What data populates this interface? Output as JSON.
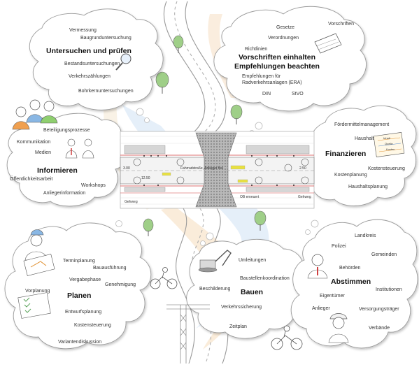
{
  "untersuchen": {
    "title": "Untersuchen und prüfen",
    "items": [
      "Vermessung",
      "Baugrunduntersuchung",
      "Bestandsuntersuchungen",
      "Verkehrszählungen",
      "Bohrkernuntersuchungen"
    ]
  },
  "vorschriften": {
    "title_line1": "Vorschriften einhalten",
    "title_line2": "Empfehlungen beachten",
    "items": [
      "Gesetze",
      "Vorschriften",
      "Verordnungen",
      "Richtlinien",
      "Empfehlungen für",
      "Radverkehrsanlagen (ERA)",
      "DIN",
      "StVO"
    ]
  },
  "informieren": {
    "title": "Informieren",
    "items": [
      "Beteiligungsprozesse",
      "Kommunikation",
      "Medien",
      "Öffentlichkeitsarbeit",
      "Workshops",
      "Anliegerinformation"
    ]
  },
  "finanzieren": {
    "title": "Finanzieren",
    "items": [
      "Fördermittelmanagement",
      "Haushalt",
      "Kostensteuerung",
      "Kostenplanung",
      "Haushaltsplanung"
    ],
    "sign_lines": [
      "Inhalt",
      "Quelle",
      "Kosten"
    ]
  },
  "planen": {
    "title": "Planen",
    "items": [
      "Terminplanung",
      "Bauausführung",
      "Vergabephase",
      "Genehmigung",
      "Vorplanung",
      "Entwurfsplanung",
      "Kostensteuerung",
      "Variantendiskussion"
    ]
  },
  "bauen": {
    "title": "Bauen",
    "items": [
      "Umleitungen",
      "Baustellenkoordination",
      "Beschilderung",
      "Verkehrssicherung",
      "Zeitplan"
    ]
  },
  "abstimmen": {
    "title": "Abstimmen",
    "items": [
      "Landkreis",
      "Polizei",
      "Gemeinden",
      "Behörden",
      "Institutionen",
      "Eigentümer",
      "Anlieger",
      "Versorgungsträger",
      "Verbände"
    ]
  },
  "plan": {
    "label_street": "Fahrradstraße, Anlieger frei",
    "label_gehweg_left": "Gehweg",
    "label_gehweg_right": "Gehweg",
    "label_ob": "OB erneuert",
    "dim_1": "12.50",
    "dim_2": "3.00",
    "dim_3": "2.50"
  },
  "colors": {
    "path_outline": "#9a9a9a",
    "plan_grey": "#c7c7c7",
    "pavement": "#9e9e9e",
    "red_line": "#d04040",
    "yellow_mark": "#e8e040",
    "watercolor_blue": "#cfe2f4",
    "watercolor_orange": "#f6dfc2",
    "tree_green": "#9fcf88",
    "shirt_orange": "#f0a050",
    "shirt_blue": "#89b7e4",
    "shirt_green": "#8fcf6f"
  }
}
